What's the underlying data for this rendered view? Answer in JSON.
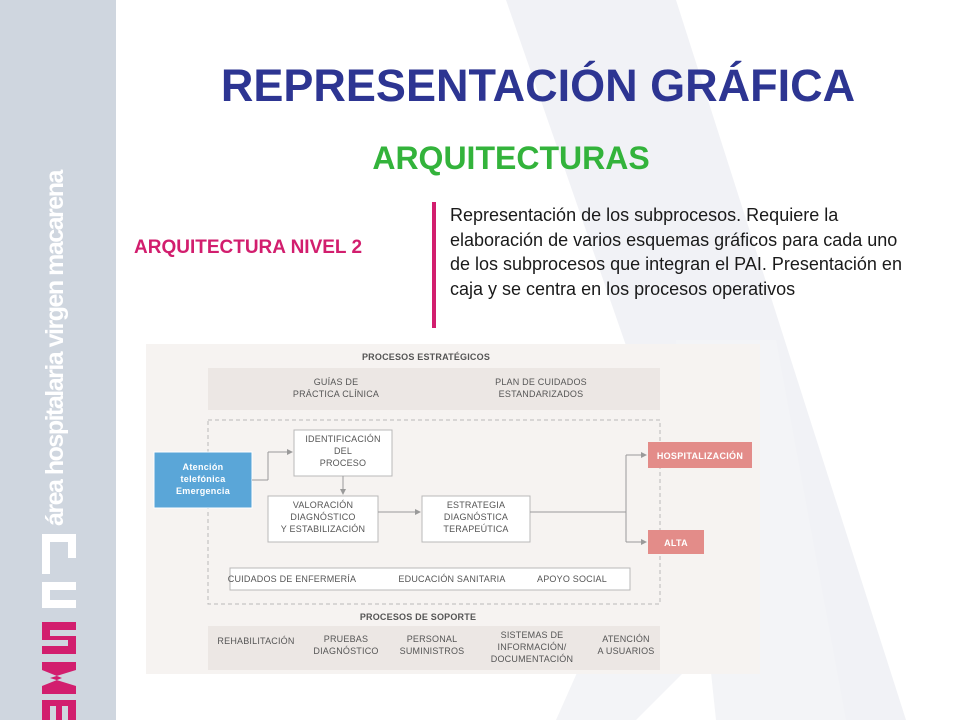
{
  "sidebar": {
    "brand_text": "área hospitalaria virgen macarena",
    "logo_text": "hus vm"
  },
  "slide": {
    "title": "REPRESENTACIÓN GRÁFICA",
    "subtitle": "ARQUITECTURAS",
    "level_label": "ARQUITECTURA NIVEL 2",
    "level_description": "Representación de los subprocesos. Requiere la elaboración de varios esquemas gráficos para cada uno de los subprocesos que integran el PAI. Presentación en caja y se centra en los procesos operativos"
  },
  "diagram": {
    "strategic_header": "PROCESOS ESTRATÉGICOS",
    "strategic_items": [
      [
        "GUÍAS DE",
        "PRÁCTICA CLÍNICA"
      ],
      [
        "PLAN DE CUIDADOS",
        "ESTANDARIZADOS"
      ]
    ],
    "entry_box": [
      "Atención",
      "telefónica",
      "Emergencia"
    ],
    "identificacion": [
      "IDENTIFICACIÓN",
      "DEL",
      "PROCESO"
    ],
    "valoracion": [
      "VALORACIÓN",
      "DIAGNÓSTICO",
      "Y ESTABILIZACIÓN"
    ],
    "estrategia": [
      "ESTRATEGIA",
      "DIAGNÓSTICA",
      "TERAPEÚTICA"
    ],
    "outcomes": [
      "HOSPITALIZACIÓN",
      "ALTA"
    ],
    "transversal_items": [
      "CUIDADOS DE ENFERMERÍA",
      "EDUCACIÓN SANITARIA",
      "APOYO SOCIAL"
    ],
    "support_header": "PROCESOS DE SOPORTE",
    "support_items": [
      [
        "REHABILITACIÓN"
      ],
      [
        "PRUEBAS",
        "DIAGNÓSTICO"
      ],
      [
        "PERSONAL",
        "SUMINISTROS"
      ],
      [
        "SISTEMAS DE",
        "INFORMACIÓN/",
        "DOCUMENTACIÓN"
      ],
      [
        "ATENCIÓN",
        "A USUARIOS"
      ]
    ]
  },
  "colors": {
    "title": "#2d3592",
    "subtitle": "#33b33b",
    "accent": "#d21e6e",
    "entry_box": "#5aa6d8",
    "outcome_box": "#e38c89",
    "sidebar": "#cfd6df",
    "diagram_bg": "#f6f3f1",
    "diagram_band": "#ece7e4"
  }
}
